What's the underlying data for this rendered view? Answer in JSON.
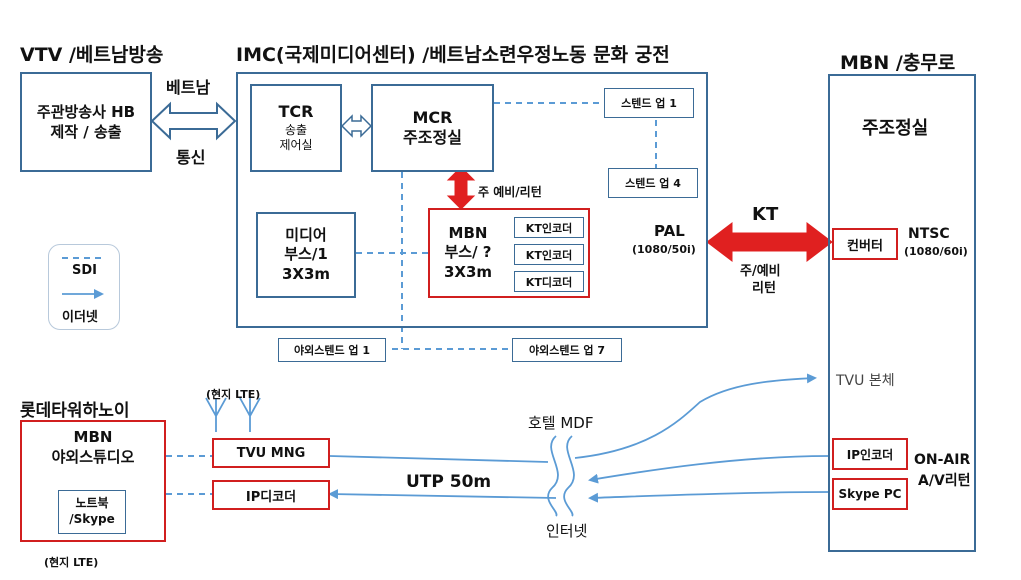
{
  "headers": {
    "vtv": "VTV /베트남방송",
    "imc": "IMC(국제미디어센터) /베트남소련우정노동 문화 궁전",
    "mbn": "MBN /충무로",
    "lotte": "롯데타워하노이"
  },
  "vtv": {
    "line1": "주관방송사 HB",
    "line2": "제작 / 송출"
  },
  "vietnam_link": {
    "top": "베트남",
    "bottom": "통신"
  },
  "tcr": {
    "title": "TCR",
    "line1": "송출",
    "line2": "제어실"
  },
  "mcr": {
    "title": "MCR",
    "subtitle": "주조정실"
  },
  "standups": {
    "s1": "스텐드 업 1",
    "s4": "스텐드 업 4",
    "outdoor1": "야외스텐드 업 1",
    "outdoor7": "야외스텐드 업 7"
  },
  "backup_label": "주 예비/리턴",
  "media_booth": {
    "line1": "미디어",
    "line2": "부스/1",
    "line3": "3X3m"
  },
  "mbn_booth": {
    "line1": "MBN",
    "line2": "부스/ ?",
    "line3": "3X3m",
    "enc1": "KT인코더",
    "enc2": "KT인코더",
    "dec": "KT디코더"
  },
  "pal": {
    "label": "PAL",
    "format": "(1080/50i)"
  },
  "kt": {
    "label": "KT",
    "sub1": "주/예비",
    "sub2": "리턴"
  },
  "mbn_main": {
    "title": "주조정실",
    "converter": "컨버터",
    "ntsc": "NTSC",
    "ntsc_format": "(1080/60i)"
  },
  "legend": {
    "sdi": "SDI",
    "ethernet": "이더넷"
  },
  "lte_top": "(현지 LTE)",
  "lte_bottom": "(현지 LTE)",
  "lotte": {
    "studio1": "MBN",
    "studio2": "야외스튜디오",
    "laptop1": "노트북",
    "laptop2": "/Skype"
  },
  "tvu_mng": "TVU MNG",
  "ip_decoder": "IP디코더",
  "utp": "UTP 50m",
  "hotel_mdf": "호텔 MDF",
  "internet": "인터넷",
  "tvu_body": "TVU 본체",
  "ip_encoder": "IP인코더",
  "skype_pc": "Skype PC",
  "onair": {
    "line1": "ON-AIR",
    "line2": "A/V리턴"
  },
  "colors": {
    "frame": "#3b6b96",
    "link": "#5b9bd5",
    "red": "#d11f1f",
    "arrow_fill": "#ffffff"
  }
}
